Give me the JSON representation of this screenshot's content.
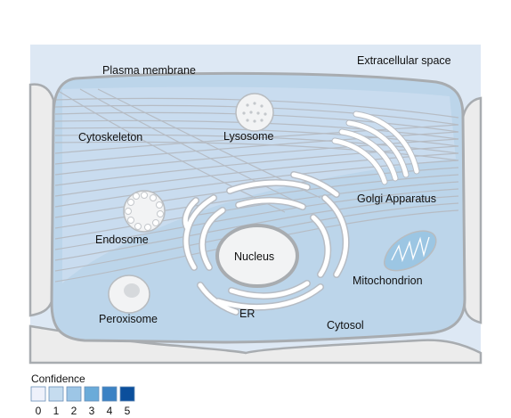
{
  "diagram": {
    "labels": {
      "plasma_membrane": "Plasma membrane",
      "extracellular_space": "Extracellular space",
      "cytoskeleton": "Cytoskeleton",
      "lysosome": "Lysosome",
      "golgi": "Golgi Apparatus",
      "endosome": "Endosome",
      "nucleus": "Nucleus",
      "mitochondrion": "Mitochondrion",
      "peroxisome": "Peroxisome",
      "er": "ER",
      "cytosol": "Cytosol"
    },
    "colors": {
      "extracellular": "#dde8f4",
      "cytosol": "#bcd5ea",
      "membrane": "#a8acb0",
      "organelle_fill": "#f2f3f4",
      "neighbor_cell": "#ececec",
      "mitochondrion_fill": "#9cc6e3"
    }
  },
  "legend": {
    "title": "Confidence",
    "levels": [
      {
        "label": "0",
        "color": "#eef1fb"
      },
      {
        "label": "1",
        "color": "#c5dcef"
      },
      {
        "label": "2",
        "color": "#9dc6e6"
      },
      {
        "label": "3",
        "color": "#6aabd9"
      },
      {
        "label": "4",
        "color": "#3b82c4"
      },
      {
        "label": "5",
        "color": "#0b4f9c"
      }
    ]
  }
}
